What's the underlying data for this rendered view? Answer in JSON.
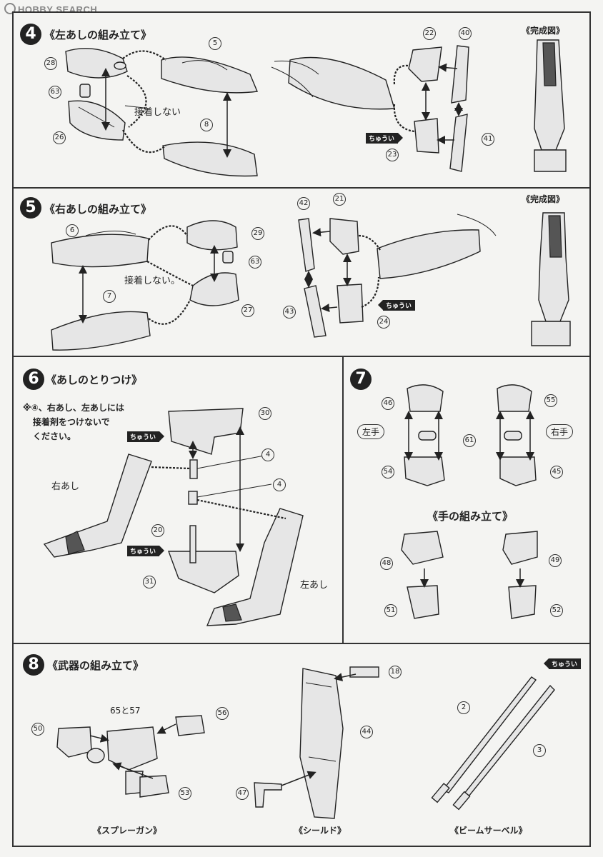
{
  "watermark": "HOBBY SEARCH",
  "step4": {
    "num": "4",
    "title": "《左あしの組み立て》",
    "note": "接着しない",
    "completed": "《完成図》",
    "caution": "ちゅうい",
    "parts": [
      "28",
      "5",
      "63",
      "26",
      "8",
      "22",
      "40",
      "41",
      "23"
    ]
  },
  "step5": {
    "num": "5",
    "title": "《右あしの組み立て》",
    "note": "接着しない。",
    "completed": "《完成図》",
    "caution": "ちゅうい",
    "parts": [
      "6",
      "29",
      "63",
      "7",
      "27",
      "42",
      "21",
      "43",
      "24"
    ]
  },
  "step6": {
    "num": "6",
    "title": "《あしのとりつけ》",
    "warning": [
      "※④、右あし、左あしには",
      "接着剤をつけないで",
      "ください。"
    ],
    "right_leg": "右あし",
    "left_leg": "左あし",
    "caution": "ちゅうい",
    "parts": [
      "30",
      "4",
      "4",
      "20",
      "31"
    ]
  },
  "step7": {
    "num": "7",
    "left_hand": "左手",
    "right_hand": "右手",
    "subtitle": "《手の組み立て》",
    "parts": [
      "46",
      "55",
      "61",
      "54",
      "45",
      "48",
      "49",
      "51",
      "52"
    ]
  },
  "step8": {
    "num": "8",
    "title": "《武器の組み立て》",
    "caution": "ちゅうい",
    "combo": "65と57",
    "parts": [
      "50",
      "56",
      "53",
      "18",
      "44",
      "47",
      "2",
      "3"
    ],
    "captions": [
      "《スプレーガン》",
      "《シールド》",
      "《ビームサーベル》"
    ]
  }
}
